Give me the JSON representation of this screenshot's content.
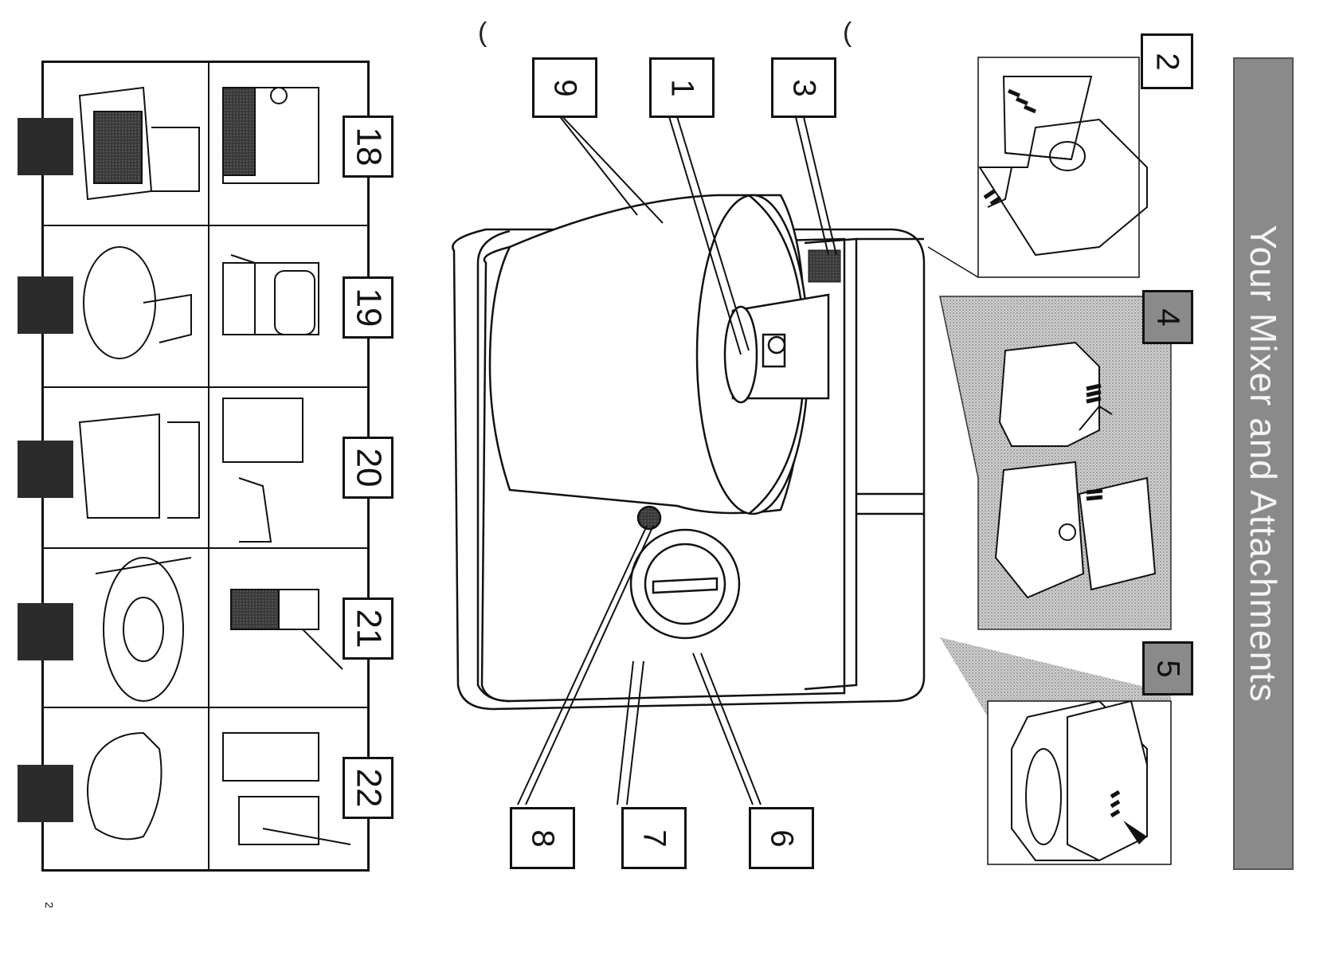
{
  "title": "Your Mixer and Attachments",
  "page_number": "2",
  "top_marks": [
    "(",
    "("
  ],
  "callouts": [
    "9",
    "1",
    "3",
    "8",
    "7",
    "6"
  ],
  "insets": [
    "2",
    "4",
    "5"
  ],
  "attachments": {
    "numbers": [
      "18",
      "19",
      "20",
      "21",
      "22"
    ],
    "tabs": [
      "",
      "",
      "",
      "",
      ""
    ]
  }
}
